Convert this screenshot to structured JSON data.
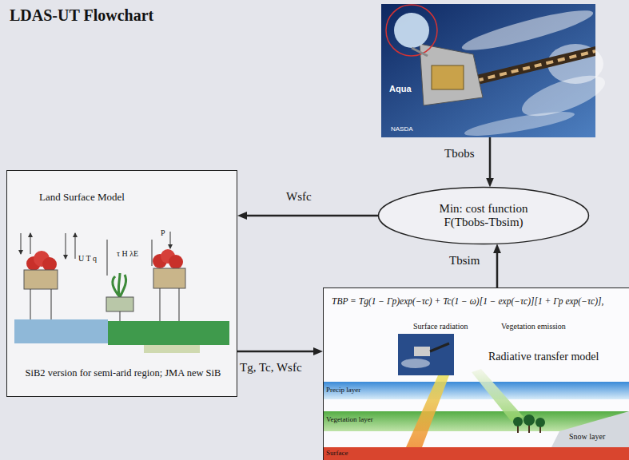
{
  "diagram": {
    "title": "LDAS-UT Flowchart",
    "nodes": [
      {
        "text": [
          "Aqua",
          "NASDA"
        ]
      },
      {
        "text": [
          "Min: cost function",
          "F(Tbobs-Tbsim)"
        ]
      },
      {
        "text": [
          "Land Surface Model",
          "SiB2 version for semi-arid region; JMA new SiB"
        ]
      },
      {
        "text": [
          "TBP = Tg(1 − Γp)exp(−τc) + Tc(1 − ω)[1 − exp(−τc)][1 + Γp exp(−τc)],",
          "Surface radiation",
          "Vegetation emission",
          "Radiative transfer model"
        ]
      }
    ],
    "edges": [
      {
        "from": 0,
        "to": 1,
        "label": "Tbobs",
        "arrow": "to"
      },
      {
        "from": 1,
        "to": 2,
        "label": "Wsfc",
        "arrow": "to"
      },
      {
        "from": 2,
        "to": 3,
        "label": "Tg, Tc, Wsfc",
        "arrow": "to"
      },
      {
        "from": 3,
        "to": 1,
        "label": "Tbsim",
        "arrow": "to"
      }
    ],
    "labels": [
      "U T q",
      "τ H λE",
      "P",
      "Precip layer",
      "Vegetation layer",
      "Snow layer",
      "Surface"
    ]
  }
}
